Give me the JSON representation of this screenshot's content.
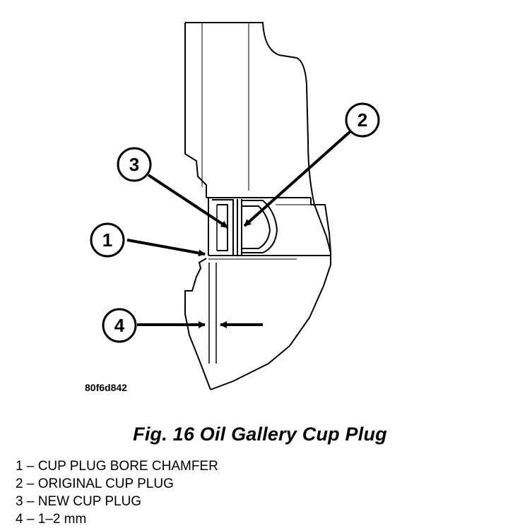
{
  "figure": {
    "image_code": "80f6d842",
    "caption": "Fig. 16 Oil Gallery Cup Plug"
  },
  "callouts": [
    "1",
    "2",
    "3",
    "4"
  ],
  "legend": [
    "1 – CUP PLUG BORE CHAMFER",
    "2 – ORIGINAL CUP PLUG",
    "3 – NEW CUP PLUG",
    "4 – 1–2 mm"
  ],
  "colors": {
    "ink": "#000000",
    "background": "#ffffff"
  }
}
